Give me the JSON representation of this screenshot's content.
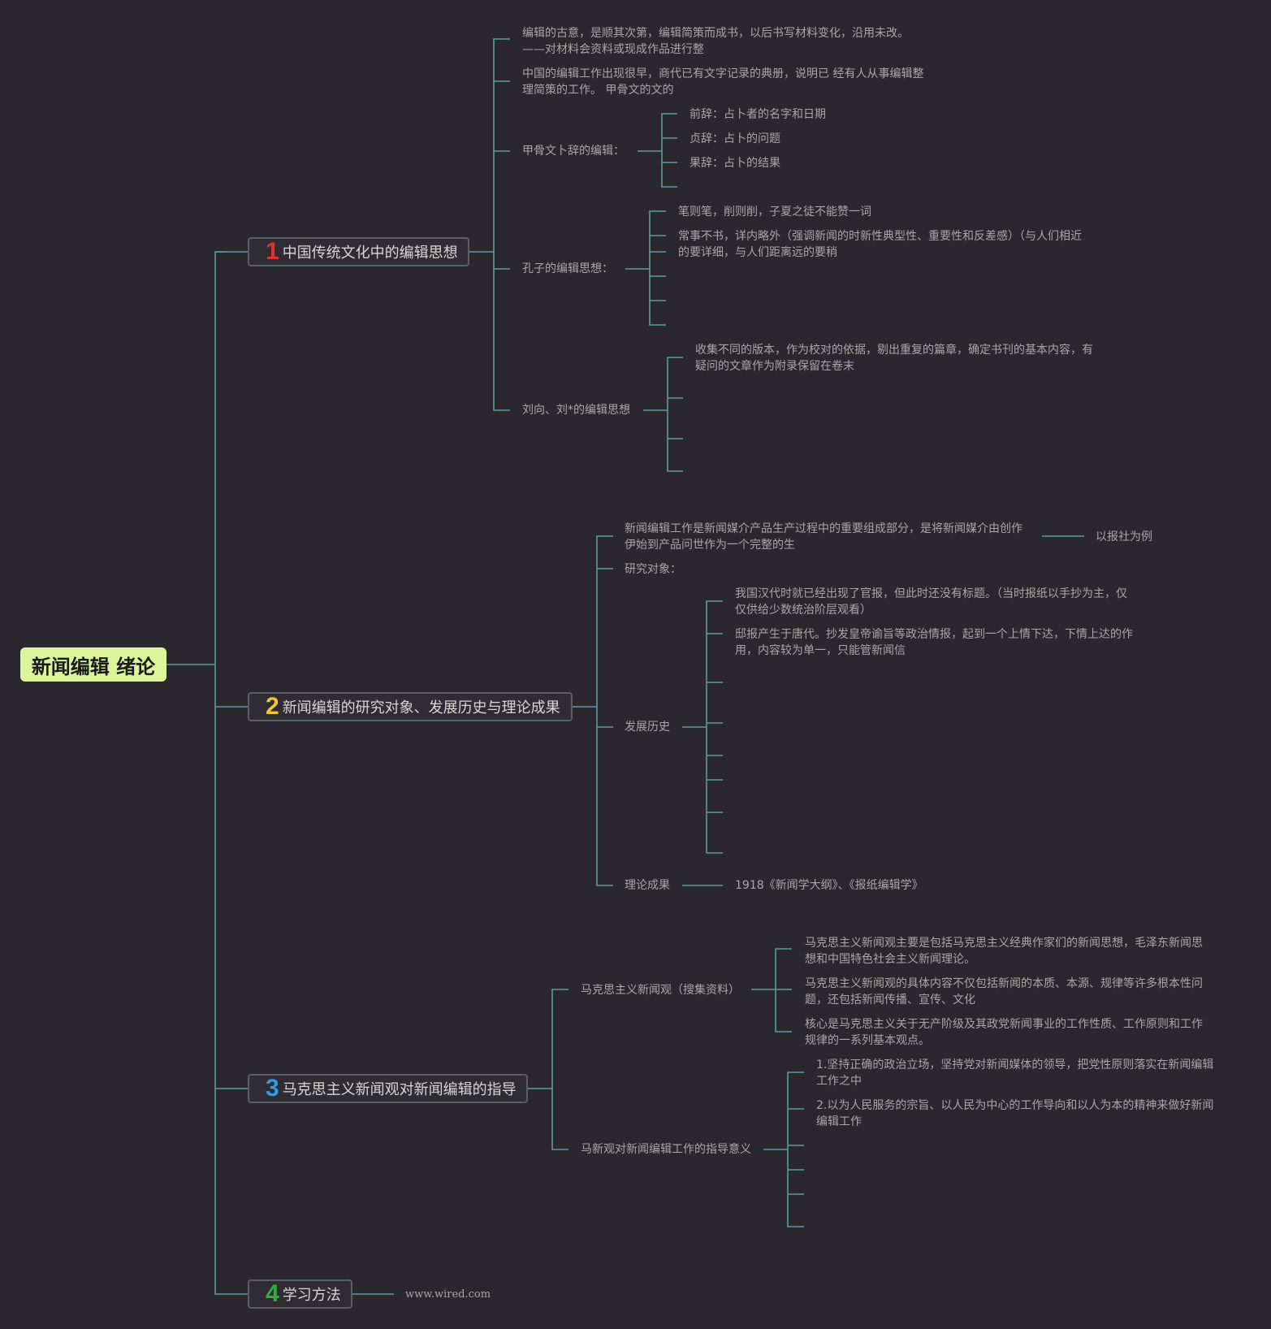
{
  "root": {
    "label": "新闻编辑 绪论"
  },
  "branches": [
    {
      "num": "1",
      "num_color": "#e33131",
      "label": "中国传统文化中的编辑思想",
      "intro": [
        "编辑的古意，是顺其次第，编辑简策而成书，以后书写材料变化，沿用未改。——对材料会资料或现成作品进行整",
        "中国的编辑工作出现很早，商代已有文字记录的典册，说明已 经有人从事编辑整理简策的工作。 甲骨文的文的"
      ],
      "oracle": {
        "label": "甲骨文卜辞的编辑：",
        "items": [
          "前辞：占卜者的名字和日期",
          "贞辞：占卜的问题",
          "果辞：占卜的结果"
        ]
      },
      "confucius": {
        "label": "孔子的编辑思想：",
        "items": [
          "笔则笔，削则削，子夏之徒不能赞一词",
          "常事不书，详内略外（强调新闻的时新性典型性、重要性和反差感）（与人们相近的要详细，与人们距离远的要稍"
        ]
      },
      "liu": {
        "label": "刘向、刘*的编辑思想",
        "items": [
          "收集不同的版本，作为校对的依据，剔出重复的篇章，确定书刊的基本内容，有疑问的文章作为附录保留在卷末"
        ]
      }
    },
    {
      "num": "2",
      "num_color": "#f3c531",
      "label": "新闻编辑的研究对象、发展历史与理论成果",
      "work": "新闻编辑工作是新闻媒介产品生产过程中的重要组成部分，是将新闻媒介由创作伊始到产品问世作为一个完整的生",
      "work_example": "以报社为例",
      "research": "研究对象：",
      "history": {
        "label": "发展历史",
        "items": [
          "我国汉代时就已经出现了官报，但此时还没有标题。（当时报纸以手抄为主，仅仅供给少数统治阶层观看）",
          "邸报产生于唐代。抄发皇帝谕旨等政治情报，起到一个上情下达，下情上达的作用，内容较为单一，只能管新闻信"
        ]
      },
      "theory": {
        "label": "理论成果",
        "item": "1918《新闻学大纲》、《报纸编辑学》"
      }
    },
    {
      "num": "3",
      "num_color": "#2e9ee8",
      "label": "马克思主义新闻观对新闻编辑的指导",
      "marx": {
        "label": "马克思主义新闻观（搜集资料）",
        "items": [
          "马克思主义新闻观主要是包括马克思主义经典作家们的新闻思想，毛泽东新闻思想和中国特色社会主义新闻理论。",
          "马克思主义新闻观的具体内容不仅包括新闻的本质、本源、规律等许多根本性问题，还包括新闻传播、宣传、文化",
          "核心是马克思主义关于无产阶级及其政党新闻事业的工作性质、工作原则和工作规律的一系列基本观点。"
        ]
      },
      "guide": {
        "label": "马新观对新闻编辑工作的指导意义",
        "items": [
          "1.坚持正确的政治立场，坚持党对新闻媒体的领导，把党性原则落实在新闻编辑工作之中",
          "2.以为人民服务的宗旨、以人民为中心的工作导向和以人为本的精神来做好新闻编辑工作"
        ]
      }
    },
    {
      "num": "4",
      "num_color": "#2fae3e",
      "label": "学习方法",
      "watermark": "www.wired.com"
    }
  ],
  "colors": {
    "line": "#5d9c98",
    "background": "#2b272e",
    "root_bg": "#dcf59a"
  }
}
